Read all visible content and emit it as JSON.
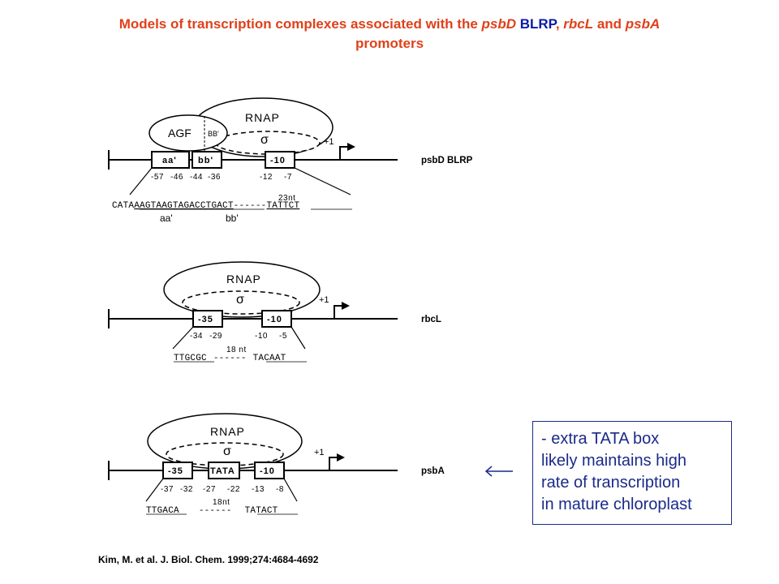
{
  "title": {
    "part1": "Models of transcription complexes associated with the ",
    "psbD": "psbD",
    "blrp": " BLRP",
    "sep1": ", ",
    "rbcL": "rbcL",
    "sep2": " and ",
    "psbA": "psbA",
    "line2": "promoters"
  },
  "panel_psbD": {
    "rnap": "RNAP",
    "agf": "AGF",
    "bbp": "BB'",
    "sigma": "σ",
    "tss": "+1",
    "box_aa": "aa'",
    "box_bb": "bb'",
    "box_10": "-10",
    "pos_57": "-57",
    "pos_46": "-46",
    "pos_44": "-44",
    "pos_36": "-36",
    "pos_12": "-12",
    "pos_7": "-7",
    "spacer": "23nt",
    "seq_lead": "CATA",
    "seq_aa": "AAGTAAGT",
    "seq_bb": "AGACCTGACT",
    "seq_dash": "------",
    "seq_10": "TATTCT",
    "lbl_aa": "aa'",
    "lbl_bb": "bb'",
    "gene": "psbD BLRP"
  },
  "panel_rbcL": {
    "rnap": "RNAP",
    "sigma": "σ",
    "tss": "+1",
    "box_35": "-35",
    "box_10": "-10",
    "pos_34": "-34",
    "pos_29": "-29",
    "pos_10": "-10",
    "pos_5": "-5",
    "spacer": "18  nt",
    "seq_35": "TTGCGC",
    "seq_dash": "------",
    "seq_10": "TACAAT",
    "gene": "rbcL"
  },
  "panel_psbA": {
    "rnap": "RNAP",
    "sigma": "σ",
    "tss": "+1",
    "box_35": "-35",
    "box_tata": "TATA",
    "box_10": "-10",
    "pos_37": "-37",
    "pos_32": "-32",
    "pos_27": "-27",
    "pos_22": "-22",
    "pos_13": "-13",
    "pos_8": "-8",
    "spacer": "18nt",
    "seq_35": "TTGACA",
    "seq_dash": "------",
    "seq_10": "TATACT",
    "gene": "psbA"
  },
  "note": {
    "line1": "- extra TATA box",
    "line2": "likely maintains high",
    "line3": "rate of transcription",
    "line4": "in mature chloroplast"
  },
  "citation": "Kim, M. et al. J. Biol. Chem. 1999;274:4684-4692",
  "colors": {
    "title_red": "#e0401a",
    "title_blue": "#0a1aa8",
    "note_blue": "#1a2a8a"
  }
}
